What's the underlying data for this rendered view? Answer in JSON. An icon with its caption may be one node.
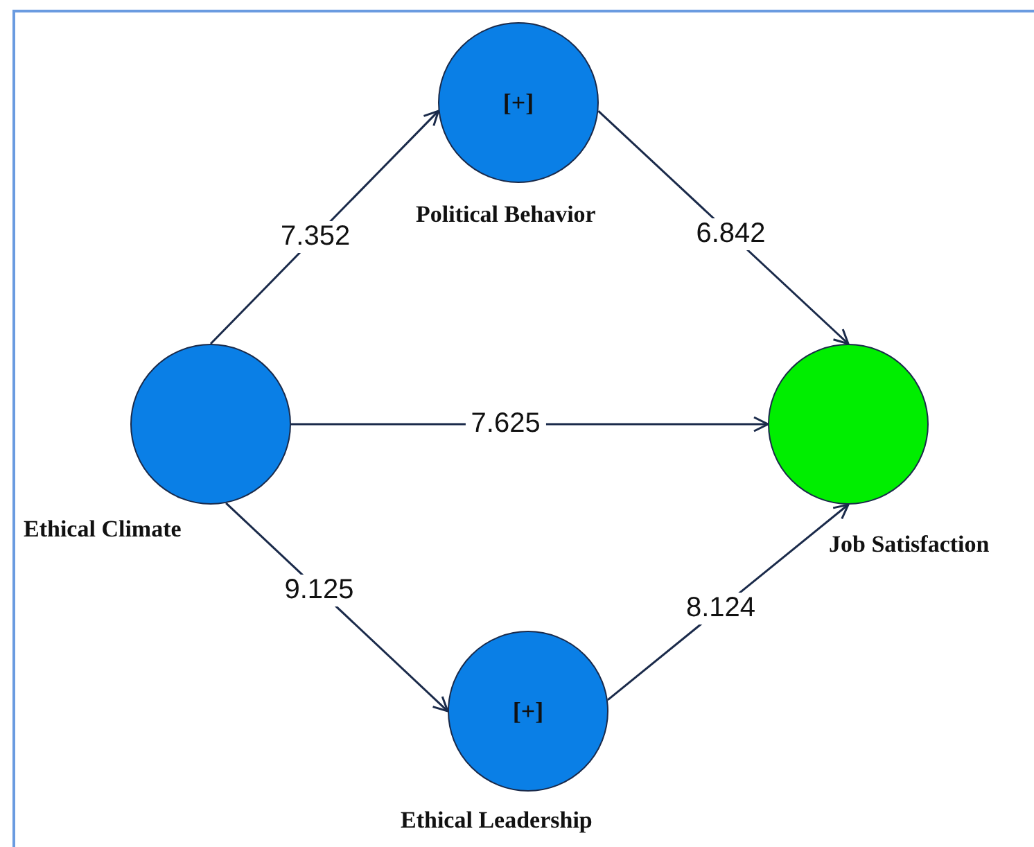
{
  "diagram": {
    "nodes": [
      {
        "text": [
          "[+]",
          "Political Behavior"
        ]
      },
      {
        "text": [
          "Ethical Climate"
        ]
      },
      {
        "text": [
          "Job Satisfaction"
        ]
      },
      {
        "text": [
          "[+]",
          "Ethical Leadership"
        ]
      }
    ],
    "edges": [
      {
        "from": 1,
        "to": 0,
        "arrow": "to",
        "label": "7.352"
      },
      {
        "from": 0,
        "to": 2,
        "arrow": "to",
        "label": "6.842"
      },
      {
        "from": 1,
        "to": 2,
        "arrow": "to",
        "label": "7.625"
      },
      {
        "from": 1,
        "to": 3,
        "arrow": "to",
        "label": "9.125"
      },
      {
        "from": 3,
        "to": 2,
        "arrow": "to",
        "label": "8.124"
      }
    ]
  }
}
